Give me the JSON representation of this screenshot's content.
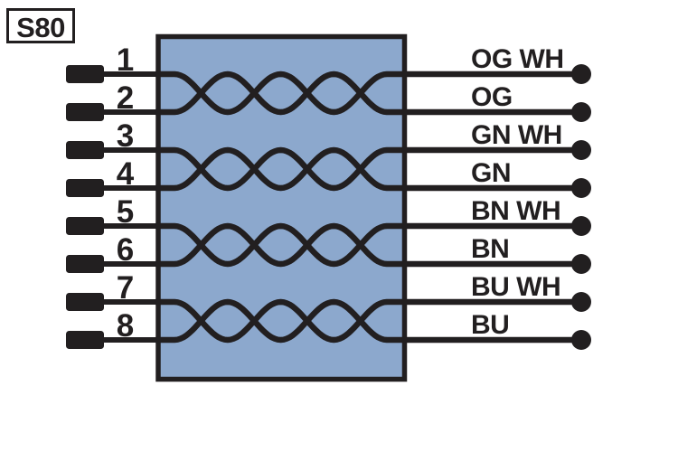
{
  "diagram": {
    "tag": "S80",
    "pins": [
      {
        "number": "1",
        "wire_label": "OG WH"
      },
      {
        "number": "2",
        "wire_label": "OG"
      },
      {
        "number": "3",
        "wire_label": "GN WH"
      },
      {
        "number": "4",
        "wire_label": "GN"
      },
      {
        "number": "5",
        "wire_label": "BN WH"
      },
      {
        "number": "6",
        "wire_label": "BN"
      },
      {
        "number": "7",
        "wire_label": "BU WH"
      },
      {
        "number": "8",
        "wire_label": "BU"
      }
    ],
    "twisted_pairs": [
      [
        "1",
        "2"
      ],
      [
        "3",
        "4"
      ],
      [
        "5",
        "6"
      ],
      [
        "7",
        "8"
      ]
    ],
    "colors": {
      "cable_fill": "#8CA8CD",
      "ink": "#221F20",
      "background": "#FFFFFF"
    }
  }
}
